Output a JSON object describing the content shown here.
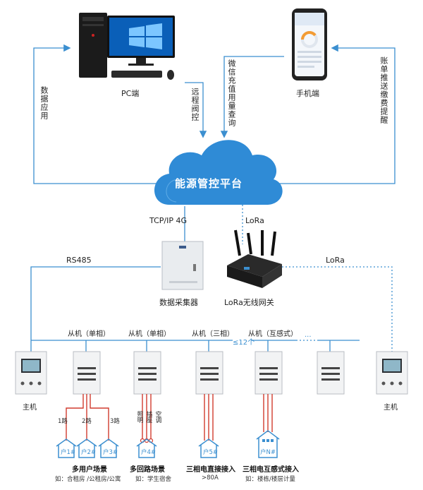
{
  "platform": {
    "title": "能源管控平台"
  },
  "pc": {
    "label": "PC端"
  },
  "phone": {
    "label": "手机端"
  },
  "links": {
    "data_app": "数据应用",
    "remote": "远程阀控",
    "wechat": "微信充值用量查询",
    "bill": "账单推送缴费提醒",
    "tcp": "TCP/IP   4G",
    "lora_gw": "LoRa",
    "rs485": "RS485",
    "lora_right": "LoRa"
  },
  "collector": {
    "label": "数据采集器"
  },
  "gateway": {
    "label": "LoRa无线网关"
  },
  "meters": {
    "host_left": "主机",
    "host_right": "主机",
    "slave1": "从机（单相）",
    "slave2": "从机（单相）",
    "slave3": "从机（三相）",
    "slave4": "从机（互感式）",
    "count": "≤12个",
    "dots": "···"
  },
  "scene1": {
    "routes": [
      "1路",
      "2路",
      "3路"
    ],
    "houses": [
      "户1#",
      "户2#",
      "户3#"
    ],
    "title": "多用户场景",
    "note": "如：合租房 /公租房/公寓"
  },
  "scene2": {
    "routes": [
      "照明",
      "插座",
      "空调"
    ],
    "houses": [
      "户4#"
    ],
    "title": "多回路场景",
    "note": "如：学生宿舍"
  },
  "scene3": {
    "houses": [
      "户5#"
    ],
    "title": "三相电直接接入",
    "note": ">80A"
  },
  "scene4": {
    "houses": [
      "户N#"
    ],
    "title": "三相电互感式接入",
    "note": "如：楼栋/楼层计量"
  },
  "colors": {
    "line": "#3b8fd0",
    "wire": "#d13b2e",
    "cloud": "#2f8bd6"
  }
}
